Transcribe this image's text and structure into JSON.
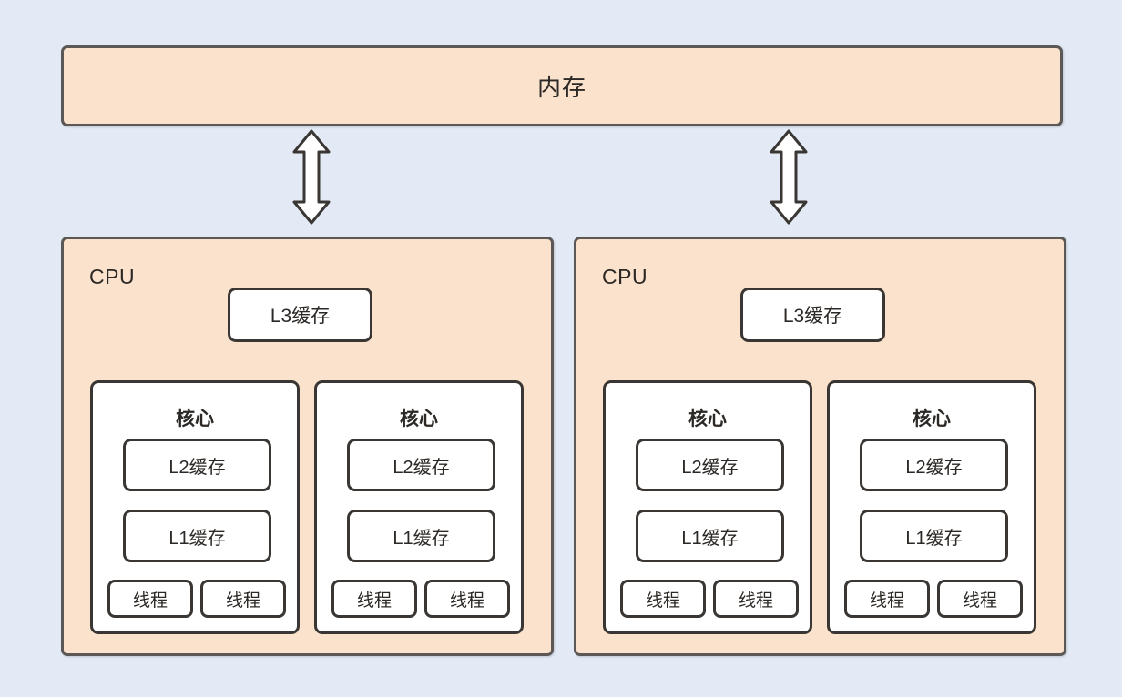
{
  "diagram": {
    "title": "CPU cache hierarchy diagram",
    "background_color": "#e3eaf6",
    "package_fill": "#fae2cd",
    "package_border": "#5c5856",
    "inner_fill": "#ffffff",
    "inner_border": "#3a3633",
    "text_color": "#2b2825"
  },
  "memory": {
    "label": "内存"
  },
  "connections": [
    {
      "name": "memory-to-cpu-0",
      "icon": "double-headed-vertical-arrow"
    },
    {
      "name": "memory-to-cpu-1",
      "icon": "double-headed-vertical-arrow"
    }
  ],
  "cpus": [
    {
      "label": "CPU",
      "l3": {
        "label": "L3缓存"
      },
      "cores": [
        {
          "title": "核心",
          "l2": {
            "label": "L2缓存"
          },
          "l1": {
            "label": "L1缓存"
          },
          "threads": [
            {
              "label": "线程"
            },
            {
              "label": "线程"
            }
          ]
        },
        {
          "title": "核心",
          "l2": {
            "label": "L2缓存"
          },
          "l1": {
            "label": "L1缓存"
          },
          "threads": [
            {
              "label": "线程"
            },
            {
              "label": "线程"
            }
          ]
        }
      ]
    },
    {
      "label": "CPU",
      "l3": {
        "label": "L3缓存"
      },
      "cores": [
        {
          "title": "核心",
          "l2": {
            "label": "L2缓存"
          },
          "l1": {
            "label": "L1缓存"
          },
          "threads": [
            {
              "label": "线程"
            },
            {
              "label": "线程"
            }
          ]
        },
        {
          "title": "核心",
          "l2": {
            "label": "L2缓存"
          },
          "l1": {
            "label": "L1缓存"
          },
          "threads": [
            {
              "label": "线程"
            },
            {
              "label": "线程"
            }
          ]
        }
      ]
    }
  ]
}
